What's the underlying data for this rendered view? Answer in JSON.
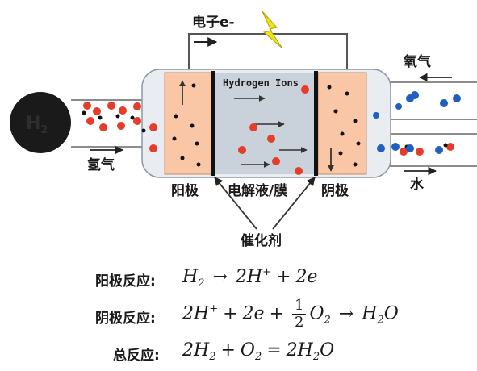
{
  "diagram": {
    "electron_label": "电子e-",
    "hydrogen_ions_label": "Hydrogen Ions",
    "h2_ball_label": "H",
    "h2_ball_sub": "2",
    "hydrogen_gas_label": "氢气",
    "oxygen_gas_label": "氧气",
    "water_label": "水",
    "anode_label": "阳极",
    "electrolyte_label": "电解液/膜",
    "cathode_label": "阴极",
    "catalyst_label": "催化剂"
  },
  "equations": {
    "anode": {
      "label": "阳极反应:",
      "lhs_base": "H",
      "lhs_sub": "2",
      "arrow": "→",
      "rhs_a": "2H",
      "rhs_a_sup": "+",
      "op": "+",
      "rhs_b": "2e"
    },
    "cathode": {
      "label": "阴极反应:",
      "t1": "2H",
      "t1_sup": "+",
      "op1": "+",
      "t2": "2e",
      "op2": "+",
      "frac_num": "1",
      "frac_den": "2",
      "t3": "O",
      "t3_sub": "2",
      "arrow": "→",
      "t4": "H",
      "t4_sub": "2",
      "t4_tail": "O"
    },
    "total": {
      "label": "总反应:",
      "t1": "2H",
      "t1_sub": "2",
      "op": "+",
      "t2": "O",
      "t2_sub": "2",
      "eq": "=",
      "t3": "2H",
      "t3_sub": "2",
      "t3_tail": "O"
    }
  },
  "colors": {
    "electrode_fill": "#f9c7a6",
    "electrolyte_fill": "#c9d1da",
    "ion_red": "#e63c2a",
    "oxygen_blue": "#1e5fbf",
    "membrane": "#111111",
    "h2_ball": "#1a1a1a",
    "lightning": "#f2e21a"
  }
}
